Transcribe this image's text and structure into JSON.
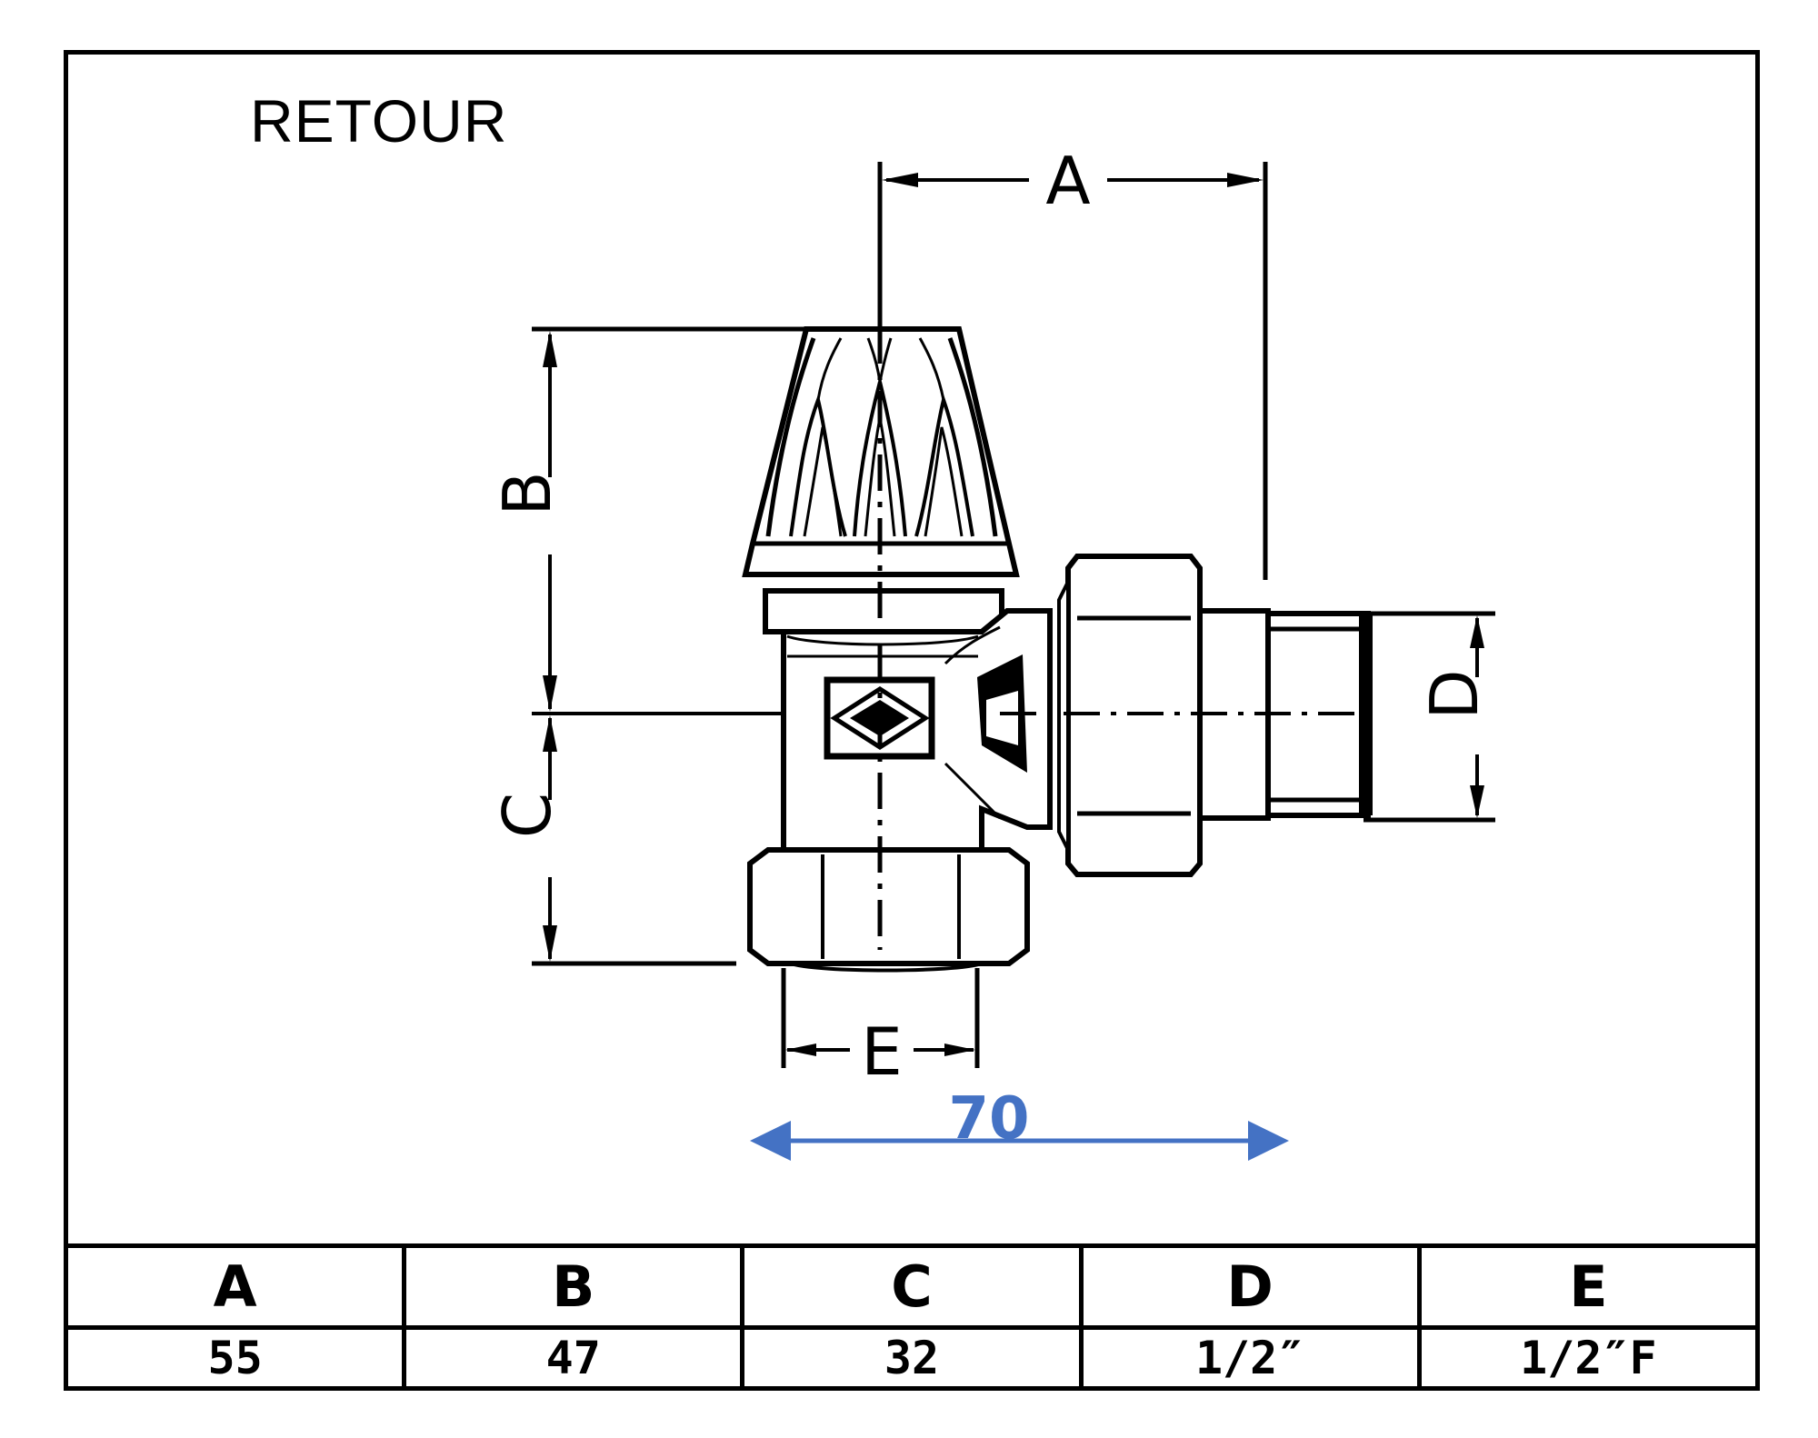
{
  "title": "RETOUR",
  "dimension_letters": {
    "A": "A",
    "B": "B",
    "C": "C",
    "D": "D",
    "E": "E"
  },
  "measurement": {
    "label": "70",
    "color": "#4472c4"
  },
  "table": {
    "headers": [
      "A",
      "B",
      "C",
      "D",
      "E"
    ],
    "values": [
      "55",
      "47",
      "32",
      "1/2″",
      "1/2″F"
    ]
  }
}
